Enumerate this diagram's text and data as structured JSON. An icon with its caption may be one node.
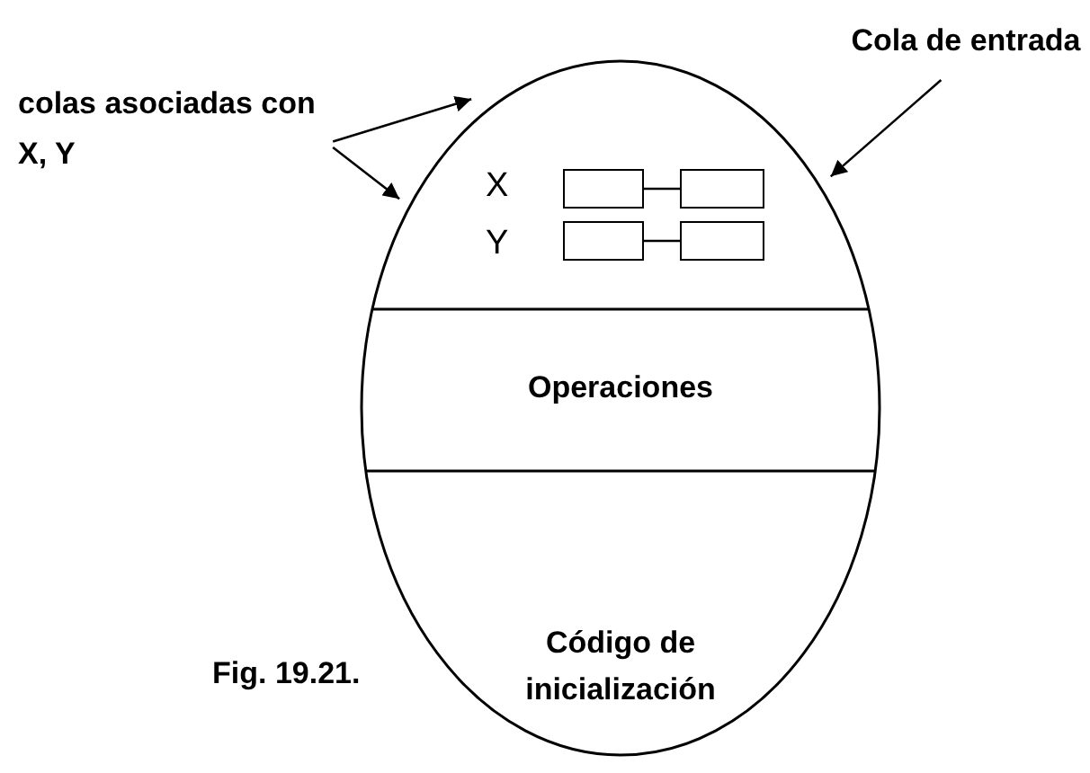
{
  "diagram": {
    "caption": "Fig. 19.21.",
    "nodes": [
      {
        "text": [],
        "shape": "ellipse"
      },
      {
        "text": [
          "Operaciones"
        ],
        "in": 0
      },
      {
        "text": [
          "Código de inicialización"
        ],
        "in": 0
      },
      {
        "text": [
          "Cola de entrada"
        ]
      },
      {
        "text": [
          "colas asociadas con X, Y"
        ]
      },
      {
        "text": [],
        "shape": "box",
        "in": 0
      },
      {
        "text": [],
        "shape": "box",
        "in": 0
      },
      {
        "text": [],
        "shape": "box",
        "in": 0
      },
      {
        "text": [],
        "shape": "box",
        "in": 0
      }
    ],
    "edges": [
      {
        "from": 3,
        "to": 0,
        "arrow": "to"
      },
      {
        "from": 4,
        "to": 0,
        "arrow": "to"
      },
      {
        "from": 4,
        "to": 0,
        "arrow": "to"
      },
      {
        "from": 5,
        "to": 6,
        "arrow": "none"
      },
      {
        "from": 7,
        "to": 8,
        "arrow": "none"
      }
    ],
    "labels": [
      "X",
      "Y"
    ]
  }
}
